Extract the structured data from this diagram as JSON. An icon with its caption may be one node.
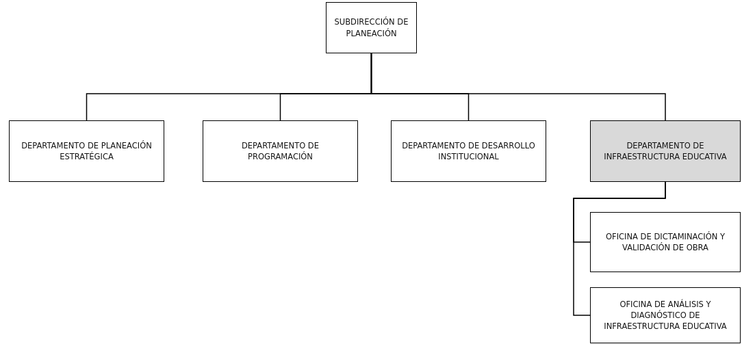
{
  "diagram": {
    "nodes": [
      {
        "text": [
          "SUBDIRECCIÓN DE PLANEACIÓN"
        ]
      },
      {
        "text": [
          "DEPARTAMENTO DE PLANEACIÓN ESTRATÉGICA"
        ]
      },
      {
        "text": [
          "DEPARTAMENTO DE PROGRAMACIÓN"
        ]
      },
      {
        "text": [
          "DEPARTAMENTO DE DESARROLLO INSTITUCIONAL"
        ]
      },
      {
        "text": [
          "DEPARTAMENTO DE INFRAESTRUCTURA EDUCATIVA"
        ]
      },
      {
        "text": [
          "OFICINA DE DICTAMINACIÓN Y VALIDACIÓN DE OBRA"
        ]
      },
      {
        "text": [
          "OFICINA DE ANÁLISIS Y DIAGNÓSTICO DE INFRAESTRUCTURA EDUCATIVA"
        ]
      }
    ],
    "edges": [
      {
        "from": 0,
        "to": 1,
        "arrow": "none"
      },
      {
        "from": 0,
        "to": 2,
        "arrow": "none"
      },
      {
        "from": 0,
        "to": 3,
        "arrow": "none"
      },
      {
        "from": 0,
        "to": 4,
        "arrow": "none"
      },
      {
        "from": 4,
        "to": 5,
        "arrow": "none"
      },
      {
        "from": 4,
        "to": 6,
        "arrow": "none"
      }
    ]
  }
}
